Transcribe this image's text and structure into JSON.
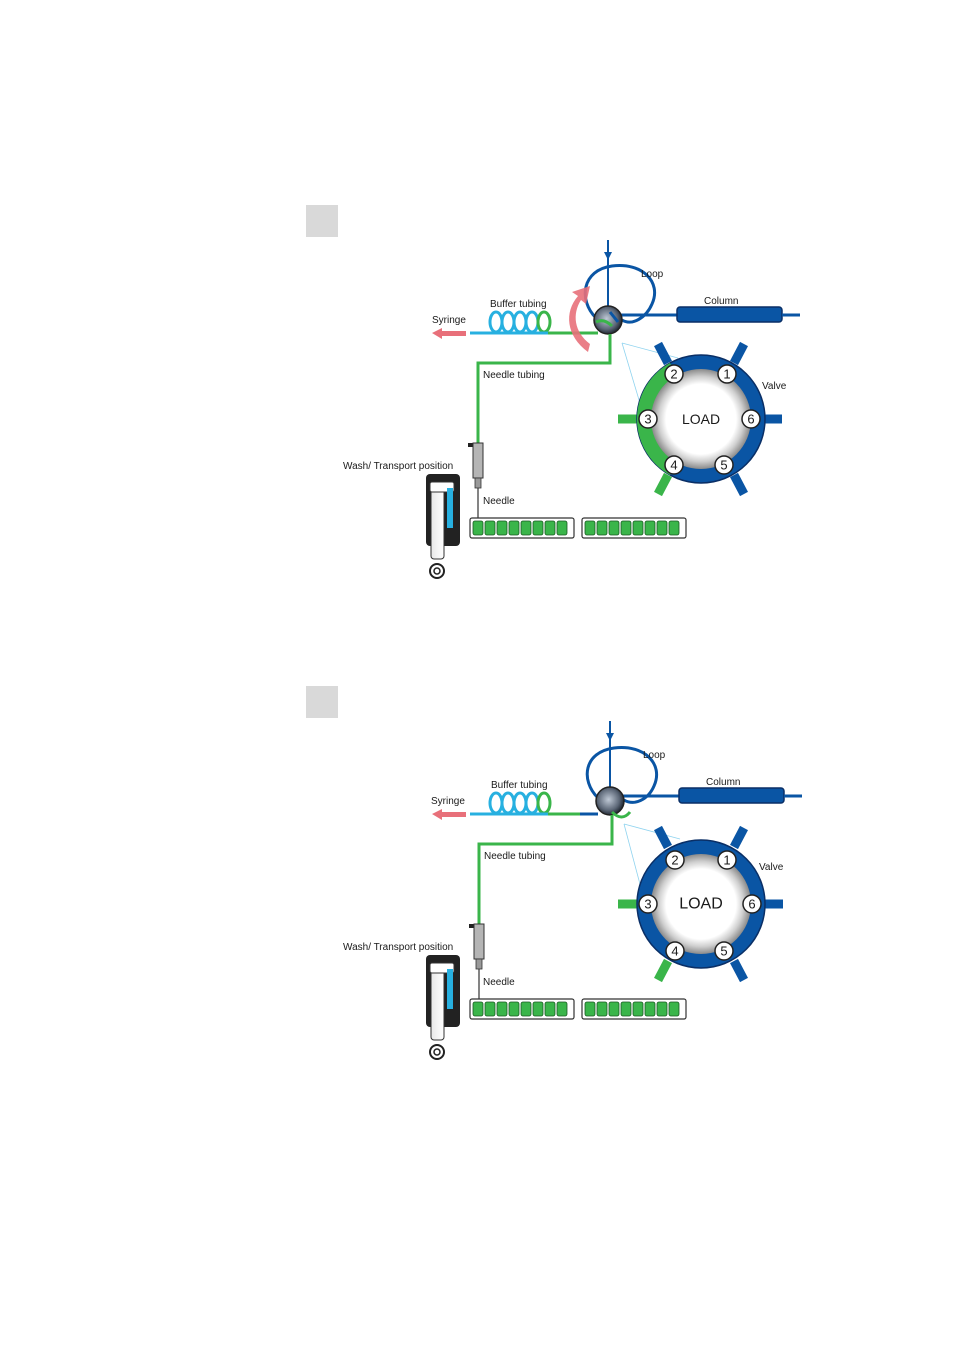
{
  "colors": {
    "blue": "#0a55a4",
    "green": "#3ab54a",
    "light_blue": "#27b0e0",
    "pink": "#e8707a",
    "grey_box": "#d9d9d9",
    "dark": "#222222"
  },
  "icons": [
    "syringe-arrow-icon",
    "rotation-arrow-icon",
    "wash-station-icon",
    "needle-icon",
    "sample-rack-icon"
  ],
  "diagrams": [
    {
      "labels": {
        "loop": "Loop",
        "column": "Column",
        "buffer_tubing": "Buffer tubing",
        "syringe": "Syringe",
        "needle_tubing": "Needle tubing",
        "valve": "Valve",
        "valve_state": "LOAD",
        "wash_transport": "Wash/ Transport position",
        "needle": "Needle"
      },
      "ports": [
        "1",
        "2",
        "3",
        "4",
        "5",
        "6"
      ]
    },
    {
      "labels": {
        "loop": "Loop",
        "column": "Column",
        "buffer_tubing": "Buffer tubing",
        "syringe": "Syringe",
        "needle_tubing": "Needle tubing",
        "valve": "Valve",
        "valve_state": "LOAD",
        "wash_transport": "Wash/ Transport position",
        "needle": "Needle"
      },
      "ports": [
        "1",
        "2",
        "3",
        "4",
        "5",
        "6"
      ]
    }
  ]
}
